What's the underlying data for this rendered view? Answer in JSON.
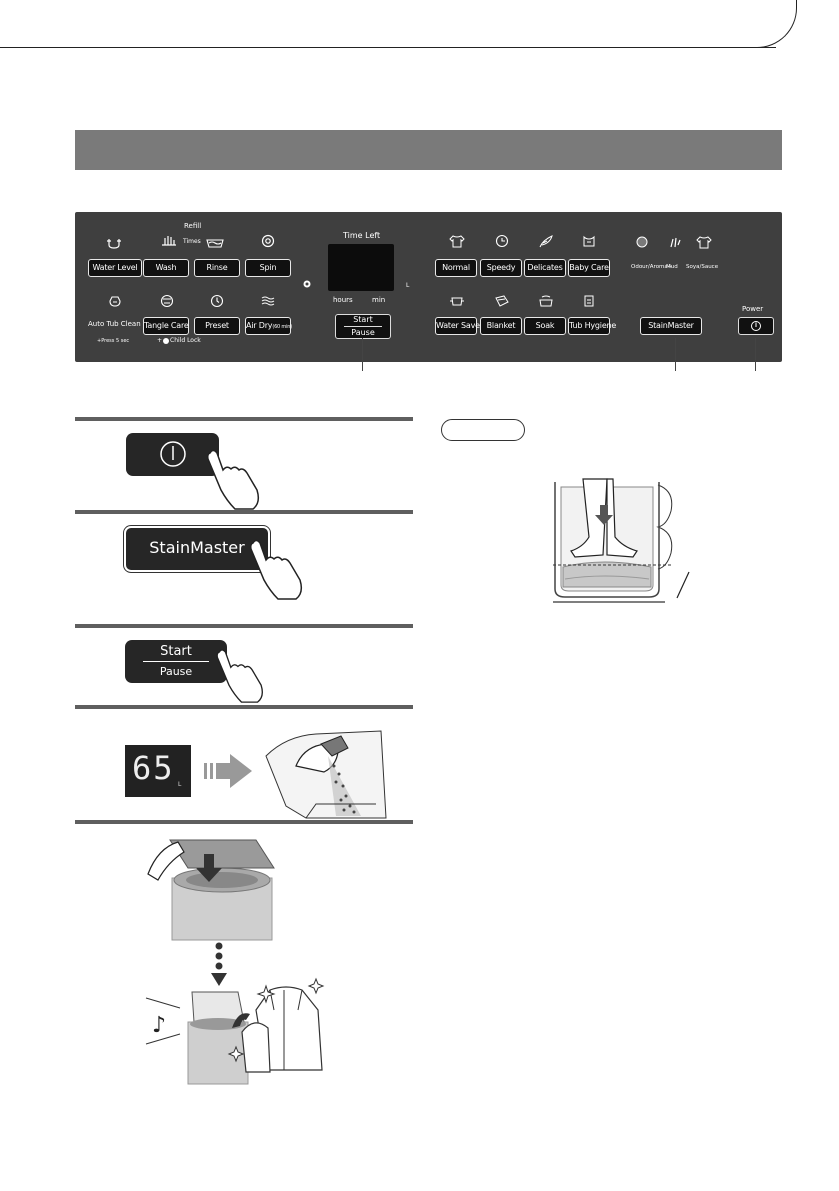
{
  "panel": {
    "top_row": [
      {
        "icon": "water-level-icon",
        "label": "Water Level"
      },
      {
        "icon": "wash-icon",
        "label": "Wash"
      },
      {
        "icon": "rinse-icon",
        "label": "Rinse"
      },
      {
        "icon": "spin-icon",
        "label": "Spin"
      }
    ],
    "bottom_row": [
      {
        "icon": "auto-tub-clean-icon",
        "label": ""
      },
      {
        "icon": "tangle-care-icon",
        "label": "Tangle Care"
      },
      {
        "icon": "preset-icon",
        "label": "Preset"
      },
      {
        "icon": "air-dry-icon",
        "label": "Air Dry",
        "label_suffix": "(60 min)"
      }
    ],
    "refill_label": "Refill",
    "times_label": "Times",
    "auto_tub_clean_label": "Auto Tub Clean",
    "press_note": "+Press 5 sec",
    "child_lock_label": "Child Lock",
    "time_left_label": "Time Left",
    "hours_label": "hours",
    "min_label": "min",
    "liter_unit": "L",
    "start_label": "Start",
    "pause_label": "Pause",
    "programs_top": [
      {
        "icon": "normal-shirt-icon",
        "label": "Normal"
      },
      {
        "icon": "speedy-icon",
        "label": "Speedy"
      },
      {
        "icon": "delicates-feather-icon",
        "label": "Delicates"
      },
      {
        "icon": "baby-care-icon",
        "label": "Baby Care"
      }
    ],
    "programs_bottom": [
      {
        "icon": "water-save-icon",
        "label": "Water Save"
      },
      {
        "icon": "blanket-icon",
        "label": "Blanket"
      },
      {
        "icon": "soak-icon",
        "label": "Soak"
      },
      {
        "icon": "tub-hygiene-icon",
        "label": "Tub Hygiene"
      }
    ],
    "stain_options": [
      "Odour/Aroma+",
      "Mud",
      "Soya/Sauce"
    ],
    "stainmaster_label": "StainMaster",
    "power_label": "Power"
  },
  "steps": {
    "stainmaster_button": "StainMaster",
    "start_label": "Start",
    "pause_label": "Pause",
    "display_value": "65",
    "display_unit": "L"
  }
}
